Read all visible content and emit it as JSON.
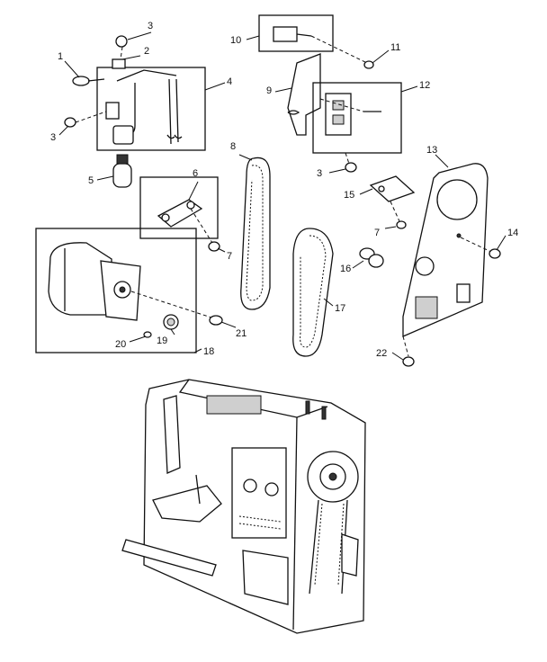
{
  "callouts": [
    "1",
    "2",
    "3",
    "4",
    "5",
    "6",
    "7",
    "8",
    "9",
    "10",
    "11",
    "12",
    "13",
    "14",
    "15",
    "16",
    "17",
    "18",
    "19",
    "20",
    "21",
    "22",
    "3",
    "3",
    "7"
  ]
}
